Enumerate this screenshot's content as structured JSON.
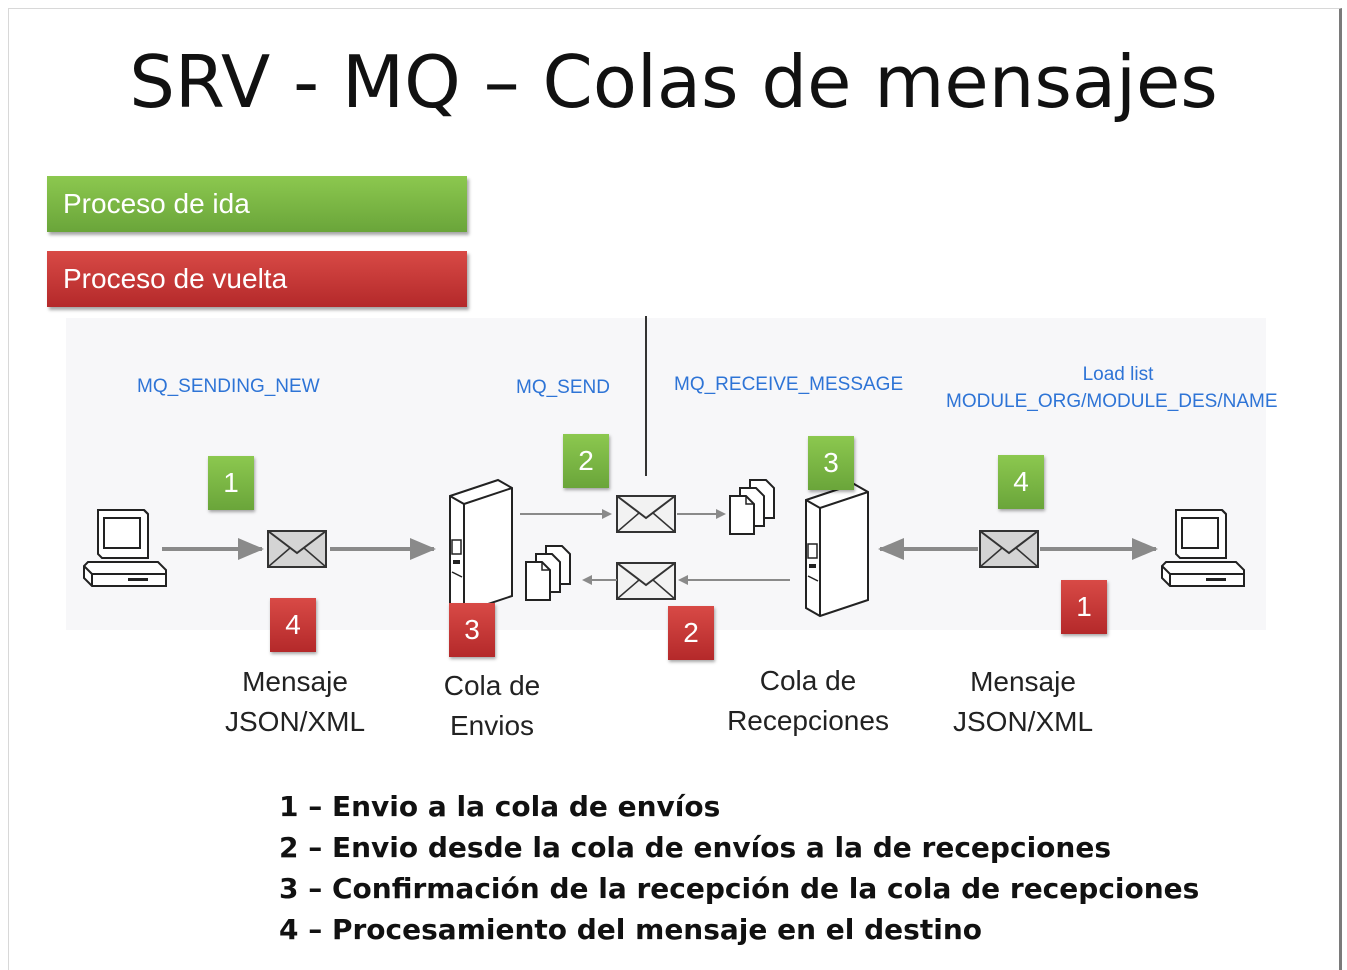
{
  "title": "SRV - MQ – Colas de mensajes",
  "legend": {
    "forward": "Proceso de ida",
    "return": "Proceso de vuelta"
  },
  "functions": {
    "sending_new": "MQ_SENDING_NEW",
    "send": "MQ_SEND",
    "receive": "MQ_RECEIVE_MESSAGE",
    "load_list_1": "Load list",
    "load_list_2": "MODULE_ORG/MODULE_DES/NAME"
  },
  "badges": {
    "g1": "1",
    "g2": "2",
    "g3": "3",
    "g4": "4",
    "r1": "1",
    "r2": "2",
    "r3": "3",
    "r4": "4"
  },
  "captions": {
    "msg_left_1": "Mensaje",
    "msg_left_2": "JSON/XML",
    "queue_send_1": "Cola de",
    "queue_send_2": "Envios",
    "queue_recv_1": "Cola de",
    "queue_recv_2": "Recepciones",
    "msg_right_1": "Mensaje",
    "msg_right_2": "JSON/XML"
  },
  "steps": [
    "1 – Envio a la cola de envíos",
    "2 – Envio desde la cola de envíos a la de recepciones",
    "3 – Confirmación de la recepción de la cola de recepciones",
    "4 – Procesamiento del mensaje en el destino"
  ],
  "colors": {
    "forward": "#7ab648",
    "return": "#c0302f",
    "function_text": "#2e74d6"
  },
  "icons": [
    "computer-icon",
    "envelope-icon",
    "server-icon",
    "documents-icon",
    "arrow-icon"
  ]
}
